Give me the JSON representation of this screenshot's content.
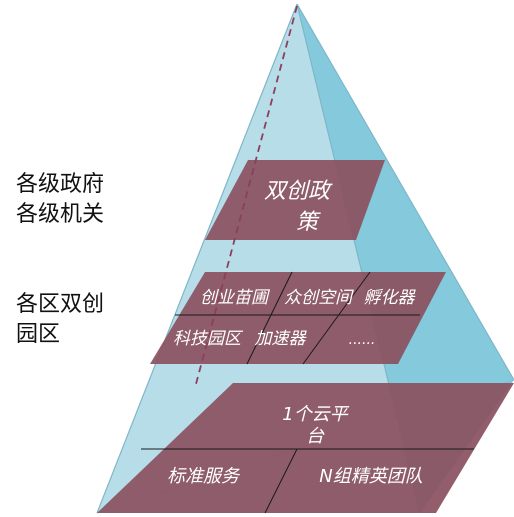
{
  "colors": {
    "front_face": "#b3dbe8",
    "side_face": "#84c9dc",
    "edge": "#7fb6c8",
    "layer_fill": "#8b5260",
    "layer_grid": "#1a1a1a",
    "dashed_axis": "#8b3f5c"
  },
  "side_labels": {
    "government": [
      "各级政府",
      "各级机关"
    ],
    "parks": [
      "各区双创",
      "园区"
    ]
  },
  "layers": {
    "top": {
      "label_lines": [
        "双创政",
        "策"
      ]
    },
    "middle": {
      "row1": [
        "创业苗圃",
        "众创空间",
        "孵化器"
      ],
      "row2": [
        "科技园区",
        "加速器",
        "......"
      ]
    },
    "bottom": {
      "row1_lines": [
        "1个云平",
        "台"
      ],
      "row2": [
        "标准服务",
        "N组精英团队"
      ]
    }
  }
}
